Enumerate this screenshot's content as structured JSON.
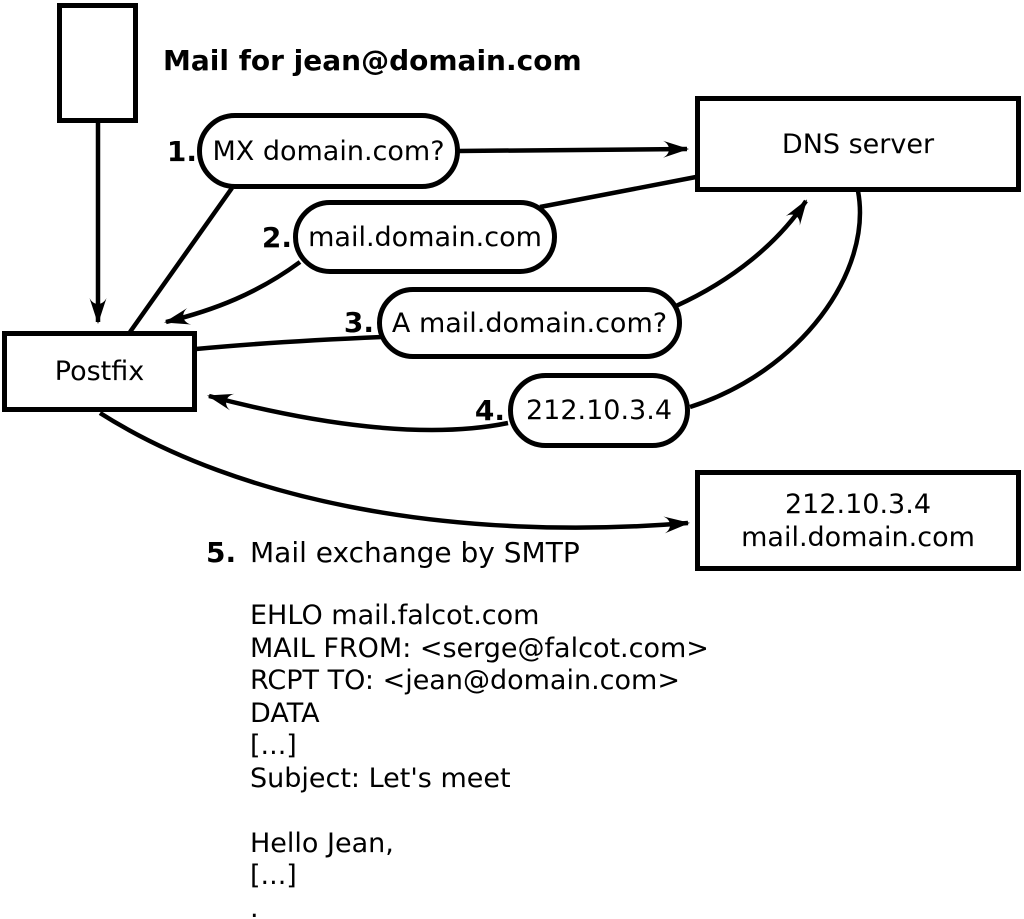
{
  "diagram": {
    "title_note": "Mail for jean@domain.com",
    "colors": {
      "ink": "#000000",
      "background": "#ffffff"
    },
    "nodes": {
      "postfix": {
        "label": "Postfix"
      },
      "dns_server": {
        "label": "DNS server"
      },
      "mail_server": {
        "line1": "212.10.3.4",
        "line2": "mail.domain.com"
      }
    },
    "steps": [
      {
        "num": "1.",
        "label": "MX domain.com?"
      },
      {
        "num": "2.",
        "label": "mail.domain.com"
      },
      {
        "num": "3.",
        "label": "A mail.domain.com?"
      },
      {
        "num": "4.",
        "label": "212.10.3.4"
      },
      {
        "num": "5.",
        "label": "Mail exchange by SMTP"
      }
    ],
    "smtp_transcript": [
      "EHLO mail.falcot.com",
      "MAIL FROM: <serge@falcot.com>",
      "RCPT TO: <jean@domain.com>",
      "DATA",
      "[...]",
      "Subject: Let's meet",
      "",
      "Hello Jean,",
      "[...]",
      "."
    ]
  }
}
